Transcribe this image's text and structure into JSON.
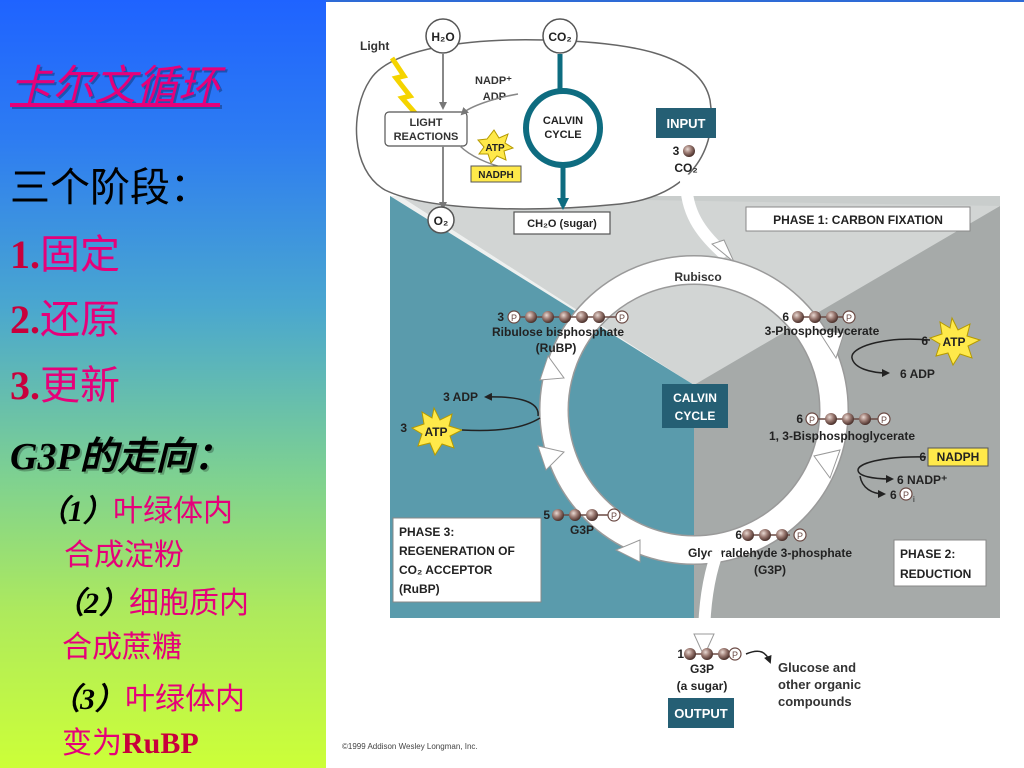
{
  "slide": {
    "title": "卡尔文循环",
    "subtitle": "三个阶段：",
    "stages": [
      {
        "num": "1.",
        "label": "固定"
      },
      {
        "num": "2.",
        "label": "还原"
      },
      {
        "num": "3.",
        "label": "更新"
      }
    ],
    "g3p_heading": {
      "latin": "G3P",
      "cn": "的走向："
    },
    "g3p_items": [
      {
        "num": "（1）",
        "line1": "叶绿体内",
        "line2": "合成淀粉"
      },
      {
        "num": "（2）",
        "line1": "细胞质内",
        "line2": "合成蔗糖"
      },
      {
        "num": "（3）",
        "line1": "叶绿体内",
        "line2_cn": "变为",
        "line2_latin": "RuBP"
      }
    ]
  },
  "diagram": {
    "overview": {
      "light": "Light",
      "h2o": "H₂O",
      "co2": "CO₂",
      "nadp_plus": "NADP⁺",
      "adp": "ADP",
      "light_reactions_1": "LIGHT",
      "light_reactions_2": "REACTIONS",
      "atp": "ATP",
      "nadph": "NADPH",
      "calvin_1": "CALVIN",
      "calvin_2": "CYCLE",
      "o2": "O₂",
      "sugar": "CH₂O (sugar)"
    },
    "input_label": "INPUT",
    "input_count": "3",
    "input_co2": "CO₂",
    "phase1": "PHASE 1: CARBON FIXATION",
    "phase2_1": "PHASE 2:",
    "phase2_2": "REDUCTION",
    "phase3_1": "PHASE 3:",
    "phase3_2": "REGENERATION OF",
    "phase3_3": "CO₂ ACCEPTOR",
    "phase3_4": "(RuBP)",
    "rubisco": "Rubisco",
    "center_1": "CALVIN",
    "center_2": "CYCLE",
    "rubp_count": "3",
    "rubp_1": "Ribulose bisphosphate",
    "rubp_2": "(RuBP)",
    "pga_count": "6",
    "pga": "3-Phosphoglycerate",
    "atp_in_count": "6",
    "atp": "ATP",
    "adp_out": "6 ADP",
    "bpg_count": "6",
    "bpg": "1, 3-Bisphosphoglycerate",
    "nadph_count": "6",
    "nadph": "NADPH",
    "nadp_out": "6 NADP⁺",
    "pi_count": "6",
    "pi_sub": "i",
    "g3p6_count": "6",
    "g3p6_1": "Glyceraldehyde 3-phosphate",
    "g3p6_2": "(G3P)",
    "g3p5_count": "5",
    "g3p5": "G3P",
    "regen_adp": "3 ADP",
    "regen_atp_count": "3",
    "out_count": "1",
    "out_g3p": "G3P",
    "out_sugar": "(a sugar)",
    "output_label": "OUTPUT",
    "glucose_1": "Glucose and",
    "glucose_2": "other organic",
    "glucose_3": "compounds",
    "phosphate": "P",
    "copyright": "©1999 Addison Wesley Longman, Inc."
  },
  "colors": {
    "left_panel_top": "#1f63ff",
    "left_panel_bottom": "#ccff38",
    "accent_magenta": "#e6007a",
    "accent_red": "#c8003c",
    "phase3_teal": "#5a9bac",
    "phase2_gray": "#a6aaa9",
    "phase1_light": "#d2d5d4",
    "cycle_teal": "#0e6c80",
    "label_box": "#255f74",
    "atp_yellow": "#ffe94a"
  }
}
